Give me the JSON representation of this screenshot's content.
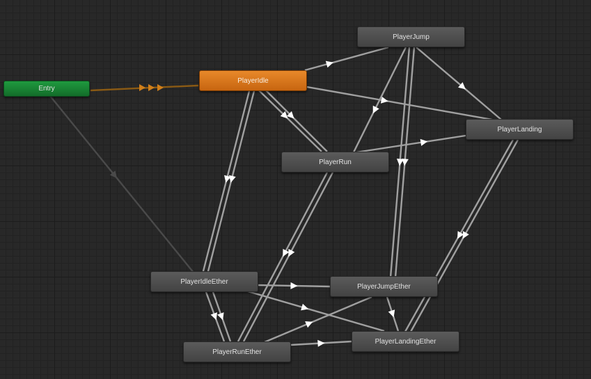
{
  "nodes": {
    "entry": "Entry",
    "player_idle": "PlayerIdle",
    "player_jump": "PlayerJump",
    "player_landing": "PlayerLanding",
    "player_run": "PlayerRun",
    "player_idle_ether": "PlayerIdleEther",
    "player_jump_ether": "PlayerJumpEther",
    "player_landing_ether": "PlayerLandingEther",
    "player_run_ether": "PlayerRunEther"
  },
  "colors": {
    "entry_node": "#1a8a38",
    "default_state_node": "#e07a1e",
    "state_node": "#4f4f4f",
    "transition_line": "#a0a0a0",
    "default_transition": "#8a5a14",
    "grid_background": "#282828"
  }
}
